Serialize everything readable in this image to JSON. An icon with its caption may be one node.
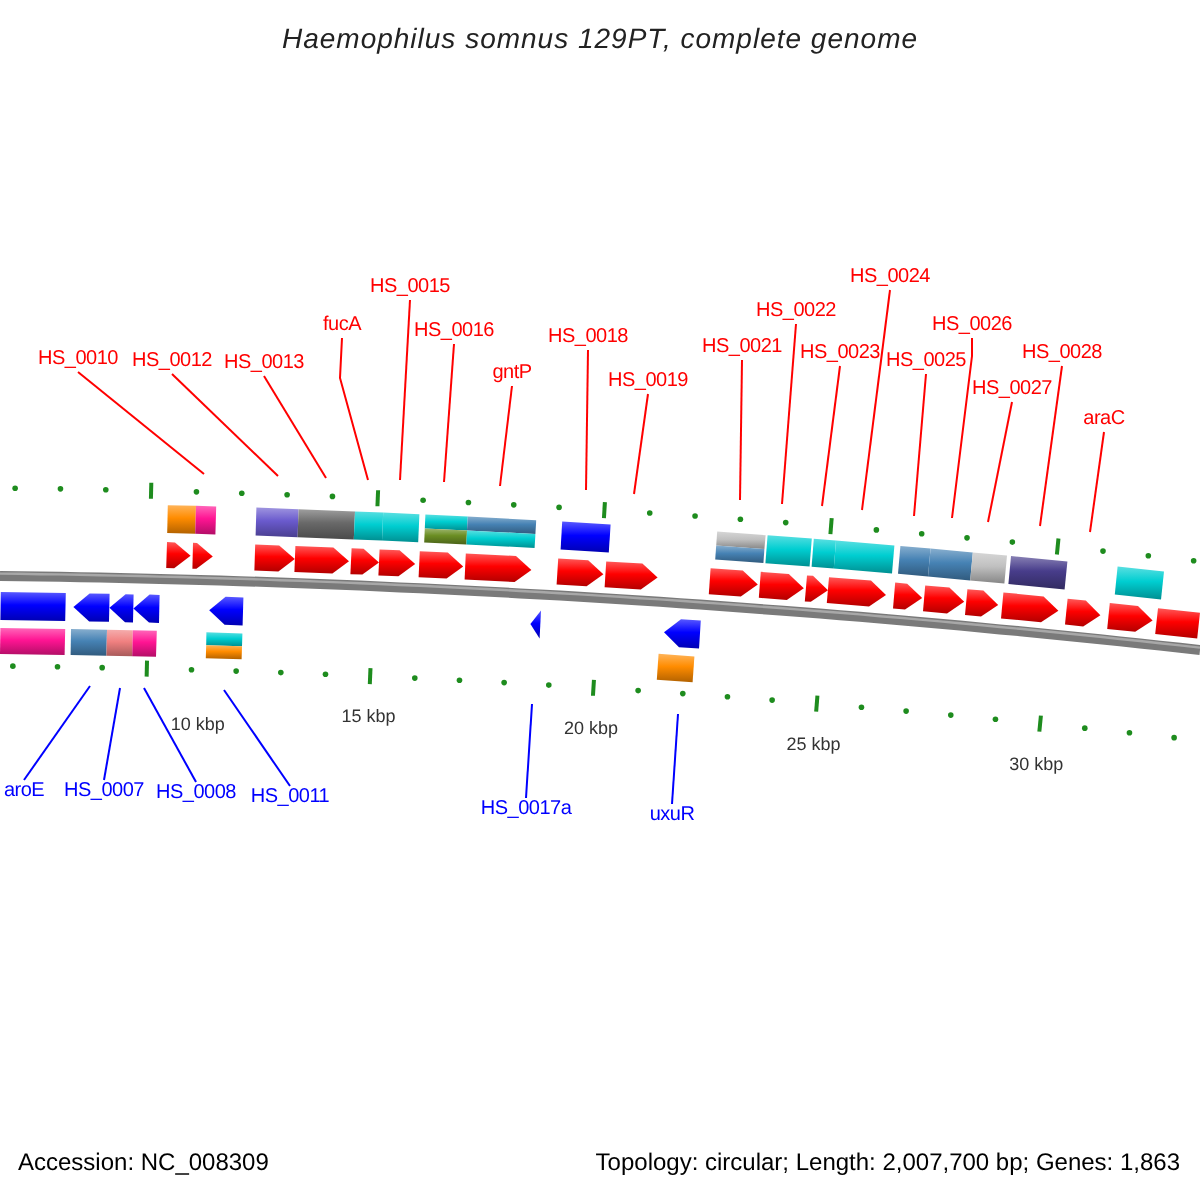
{
  "diagram": {
    "title": "Haemophilus somnus 129PT, complete genome",
    "nodes": [
      {
        "text": [
          "HS_0010"
        ]
      },
      {
        "text": [
          "HS_0012"
        ]
      },
      {
        "text": [
          "HS_0013"
        ]
      },
      {
        "text": [
          "fucA"
        ]
      },
      {
        "text": [
          "HS_0015"
        ]
      },
      {
        "text": [
          "HS_0016"
        ]
      },
      {
        "text": [
          "gntP"
        ]
      },
      {
        "text": [
          "HS_0018"
        ]
      },
      {
        "text": [
          "HS_0019"
        ]
      },
      {
        "text": [
          "HS_0021"
        ]
      },
      {
        "text": [
          "HS_0022"
        ]
      },
      {
        "text": [
          "HS_0023"
        ]
      },
      {
        "text": [
          "HS_0024"
        ]
      },
      {
        "text": [
          "HS_0025"
        ]
      },
      {
        "text": [
          "HS_0026"
        ]
      },
      {
        "text": [
          "HS_0027"
        ]
      },
      {
        "text": [
          "HS_0028"
        ]
      },
      {
        "text": [
          "araC"
        ]
      },
      {
        "text": [
          "aroE"
        ]
      },
      {
        "text": [
          "HS_0007"
        ]
      },
      {
        "text": [
          "HS_0008"
        ]
      },
      {
        "text": [
          "HS_0011"
        ]
      },
      {
        "text": [
          "HS_0017a"
        ]
      },
      {
        "text": [
          "uxuR"
        ]
      }
    ],
    "edges": [
      {
        "from": 0,
        "to": null,
        "arrow": "none"
      },
      {
        "from": 1,
        "to": null,
        "arrow": "none"
      },
      {
        "from": 2,
        "to": null,
        "arrow": "none"
      },
      {
        "from": 3,
        "to": null,
        "arrow": "none"
      },
      {
        "from": 4,
        "to": null,
        "arrow": "none"
      },
      {
        "from": 5,
        "to": null,
        "arrow": "none"
      },
      {
        "from": 6,
        "to": null,
        "arrow": "none"
      },
      {
        "from": 7,
        "to": null,
        "arrow": "none"
      },
      {
        "from": 8,
        "to": null,
        "arrow": "none"
      },
      {
        "from": 9,
        "to": null,
        "arrow": "none"
      },
      {
        "from": 10,
        "to": null,
        "arrow": "none"
      },
      {
        "from": 11,
        "to": null,
        "arrow": "none"
      },
      {
        "from": 12,
        "to": null,
        "arrow": "none"
      },
      {
        "from": 13,
        "to": null,
        "arrow": "none"
      },
      {
        "from": 14,
        "to": null,
        "arrow": "none"
      },
      {
        "from": 15,
        "to": null,
        "arrow": "none"
      },
      {
        "from": 16,
        "to": null,
        "arrow": "none"
      },
      {
        "from": 17,
        "to": null,
        "arrow": "none"
      },
      {
        "from": 18,
        "to": null,
        "arrow": "none",
        "color": "#0000ff"
      },
      {
        "from": 19,
        "to": null,
        "arrow": "none",
        "color": "#0000ff"
      },
      {
        "from": 20,
        "to": null,
        "arrow": "none",
        "color": "#0000ff"
      },
      {
        "from": 21,
        "to": null,
        "arrow": "none",
        "color": "#0000ff"
      },
      {
        "from": 22,
        "to": null,
        "arrow": "none",
        "color": "#0000ff"
      },
      {
        "from": 23,
        "to": null,
        "arrow": "none",
        "color": "#0000ff"
      }
    ],
    "labels": [
      "10 kbp",
      "15 kbp",
      "20 kbp",
      "25 kbp",
      "30 kbp",
      "Accession: NC_008309",
      "Topology: circular; Length: 2,007,700 bp; Genes: 1,863"
    ]
  }
}
